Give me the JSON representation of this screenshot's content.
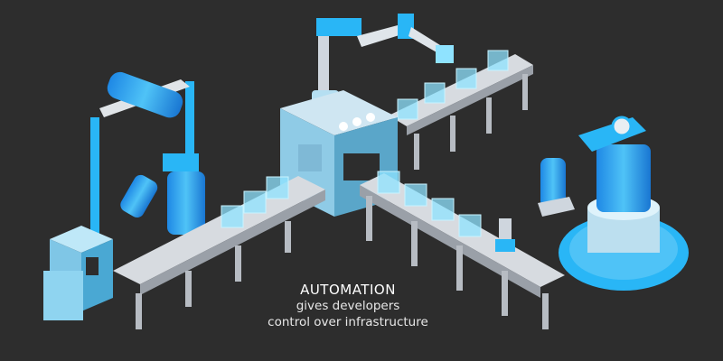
{
  "caption": {
    "title": "AUTOMATION",
    "line1": "gives developers",
    "line2": "control over infrastructure"
  },
  "colors": {
    "background": "#2d2d2d",
    "accent": "#29b6f6",
    "glass": "#8fe3ff",
    "machine_light": "#cfe6f2",
    "conveyor": "#c8ccd2"
  },
  "icons": [
    "robotic-arm-icon",
    "conveyor-belt-icon",
    "press-machine-icon",
    "glass-box-icon",
    "control-panel-icon"
  ]
}
